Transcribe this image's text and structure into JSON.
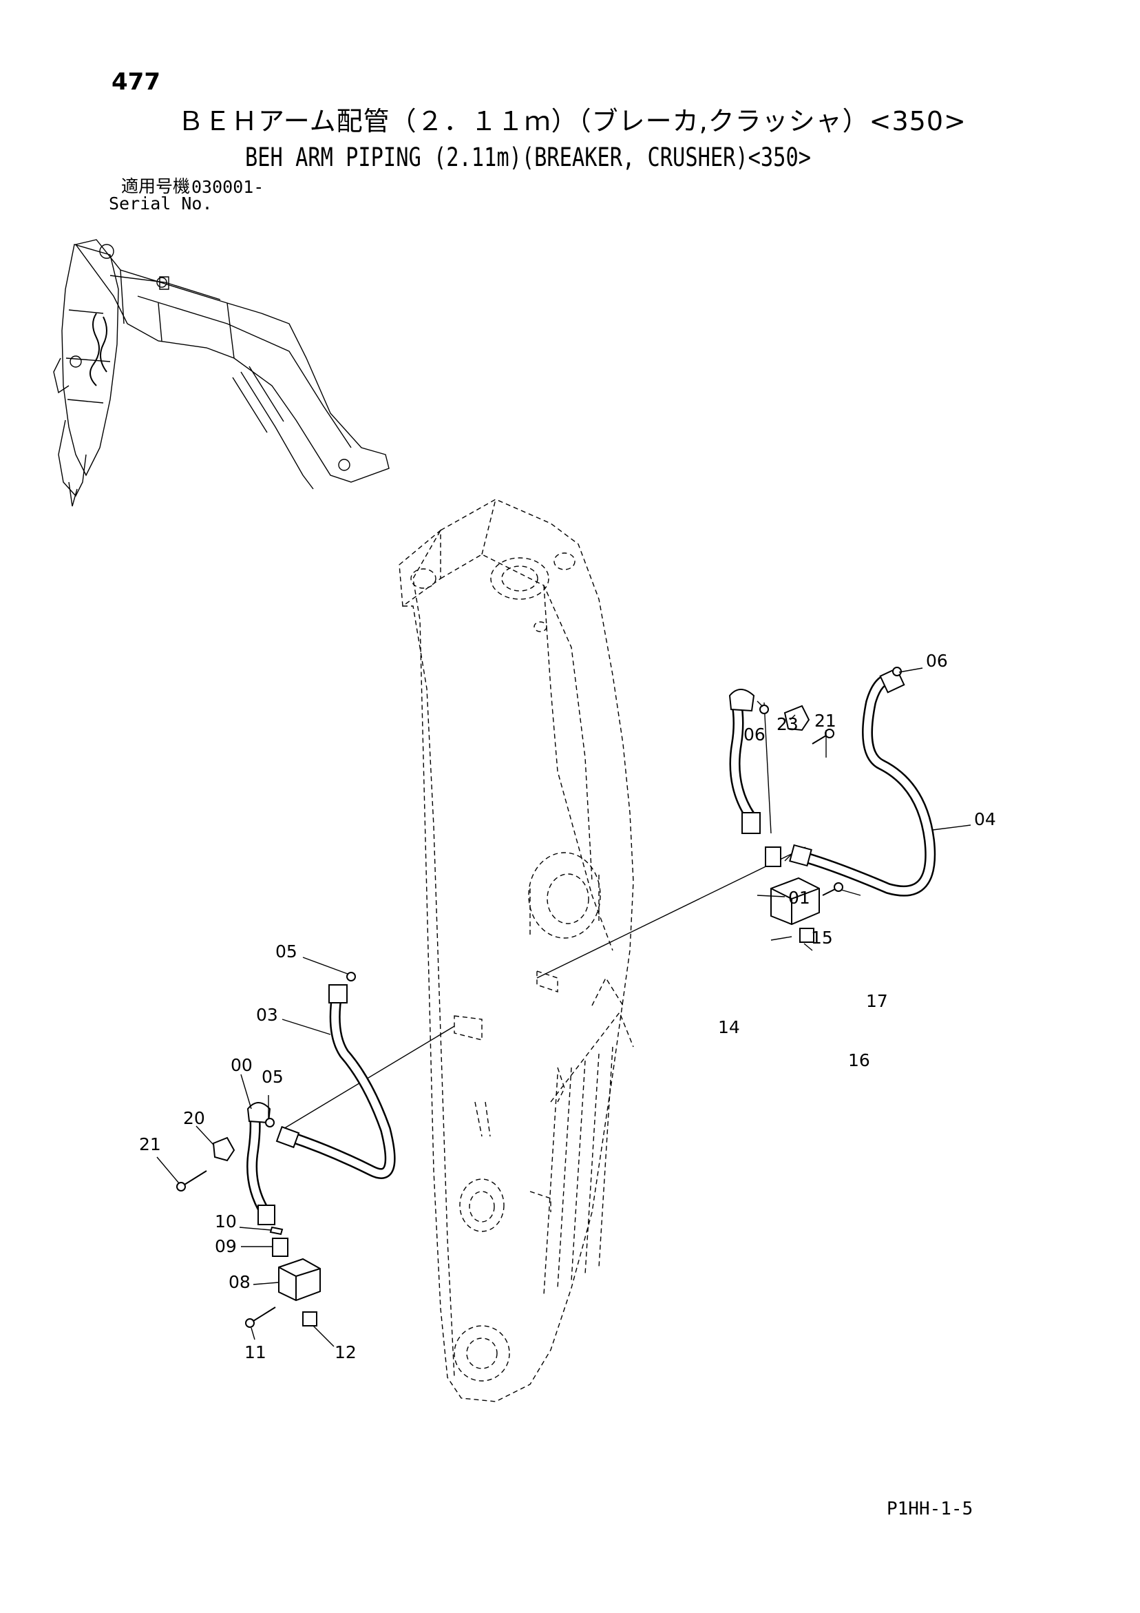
{
  "header": {
    "page_number": "477",
    "title_jp": "ＢＥＨアーム配管（２．１１ｍ）（ブレーカ,クラッシャ）<350>",
    "title_en": "BEH ARM PIPING (2.11m)(BREAKER, CRUSHER)<350>",
    "serial_label_jp": "適用号機",
    "serial_value": "030001-",
    "serial_label_en": "Serial No."
  },
  "footer": {
    "code": "P1HH-1-5"
  },
  "callouts": [
    "06",
    "21",
    "23",
    "06",
    "04",
    "01",
    "15",
    "17",
    "14",
    "16",
    "05",
    "03",
    "00",
    "05",
    "20",
    "21",
    "10",
    "09",
    "08",
    "11",
    "12"
  ]
}
